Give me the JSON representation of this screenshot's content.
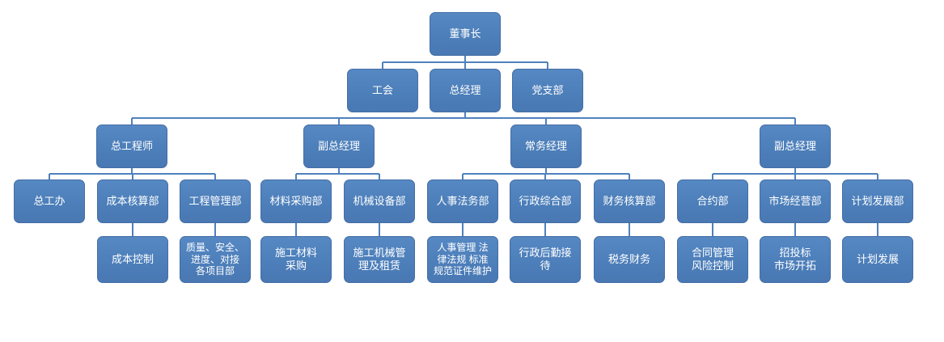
{
  "diagram": {
    "type": "org-chart",
    "background_color": "#ffffff",
    "node_fill_color": "#4f81bd",
    "node_text_color": "#ffffff",
    "connector_color": "#4f81bd",
    "nodes": [
      {
        "id": "chairman",
        "label": "董事长",
        "parent": null
      },
      {
        "id": "labor-union",
        "label": "工会",
        "parent": "chairman"
      },
      {
        "id": "general-manager",
        "label": "总经理",
        "parent": "chairman"
      },
      {
        "id": "party-branch",
        "label": "党支部",
        "parent": "chairman"
      },
      {
        "id": "chief-engineer",
        "label": "总工程师",
        "parent": "general-manager"
      },
      {
        "id": "deputy-gm-1",
        "label": "副总经理",
        "parent": "general-manager"
      },
      {
        "id": "executive-manager",
        "label": "常务经理",
        "parent": "general-manager"
      },
      {
        "id": "deputy-gm-2",
        "label": "副总经理",
        "parent": "general-manager"
      },
      {
        "id": "chief-engineer-office",
        "label": "总工办",
        "parent": "chief-engineer"
      },
      {
        "id": "cost-accounting-dept",
        "label": "成本核算部",
        "parent": "chief-engineer"
      },
      {
        "id": "engineering-mgmt-dept",
        "label": "工程管理部",
        "parent": "chief-engineer"
      },
      {
        "id": "material-purchasing-dept",
        "label": "材料采购部",
        "parent": "deputy-gm-1"
      },
      {
        "id": "machinery-equipment-dept",
        "label": "机械设备部",
        "parent": "deputy-gm-1"
      },
      {
        "id": "hr-legal-dept",
        "label": "人事法务部",
        "parent": "executive-manager"
      },
      {
        "id": "admin-general-dept",
        "label": "行政综合部",
        "parent": "executive-manager"
      },
      {
        "id": "finance-accounting-dept",
        "label": "财务核算部",
        "parent": "executive-manager"
      },
      {
        "id": "contract-dept",
        "label": "合约部",
        "parent": "deputy-gm-2"
      },
      {
        "id": "marketing-dept",
        "label": "市场经营部",
        "parent": "deputy-gm-2"
      },
      {
        "id": "planning-dev-dept",
        "label": "计划发展部",
        "parent": "deputy-gm-2"
      },
      {
        "id": "cost-control",
        "label": "成本控制",
        "parent": "cost-accounting-dept"
      },
      {
        "id": "quality-safety-projects",
        "label": "质量、安全、\n进度、对接\n各项目部",
        "parent": "engineering-mgmt-dept"
      },
      {
        "id": "material-procurement",
        "label": "施工材料\n采购",
        "parent": "material-purchasing-dept"
      },
      {
        "id": "machinery-mgmt-rental",
        "label": "施工机械管\n理及租赁",
        "parent": "machinery-equipment-dept"
      },
      {
        "id": "hr-legal-functions",
        "label": "人事管理 法\n律法规 标准\n规范证件维护",
        "parent": "hr-legal-dept"
      },
      {
        "id": "admin-logistics",
        "label": "行政后勤接\n待",
        "parent": "admin-general-dept"
      },
      {
        "id": "tax-finance",
        "label": "税务财务",
        "parent": "finance-accounting-dept"
      },
      {
        "id": "contract-risk-control",
        "label": "合同管理\n风险控制",
        "parent": "contract-dept"
      },
      {
        "id": "bidding-market-dev",
        "label": "招投标\n市场开拓",
        "parent": "marketing-dept"
      },
      {
        "id": "plan-development",
        "label": "计划发展",
        "parent": "planning-dev-dept"
      }
    ]
  }
}
